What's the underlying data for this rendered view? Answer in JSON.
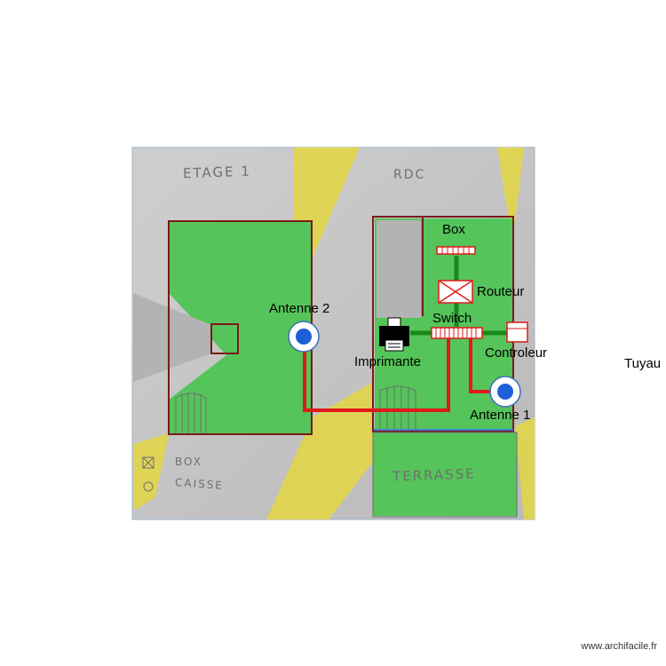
{
  "sketch": {
    "etage": "ETAGE 1",
    "rdc": "RDC",
    "terrasse": "TERRASSE",
    "legend_box": "BOX",
    "legend_caisse": "CAISSE"
  },
  "labels": {
    "box": "Box",
    "routeur": "Routeur",
    "switch": "Switch",
    "controleur": "Controleur",
    "imprimante": "Imprimante",
    "antenne1": "Antenne 1",
    "antenne2": "Antenne 2",
    "tuyau": "Tuyau"
  },
  "credit": "www.archifacile.fr",
  "colors": {
    "coverage": "#55c45a",
    "weak_signal": "#e2d54a",
    "wall": "#7a1a1a",
    "cable": "#e11919",
    "link": "#1a8a1a",
    "antenna": "#1d5fd6"
  }
}
